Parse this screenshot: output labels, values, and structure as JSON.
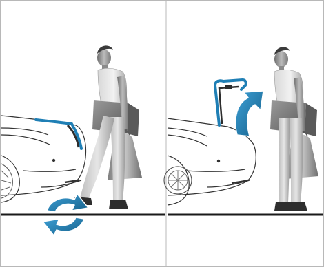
{
  "figure": {
    "panels": [
      {
        "id": "left",
        "step": "foot-kick-gesture-under-bumper",
        "arrow": "curved-double-arrow-icon"
      },
      {
        "id": "right",
        "step": "trunk-lid-opening",
        "arrow": "curved-up-arrow-icon"
      }
    ],
    "colors": {
      "outline": "#b8b8b8",
      "ground": "#1a1a1a",
      "accent_blue": "#1f7fb5",
      "accent_blue_dark": "#15608a",
      "person_dark": "#4a4a4a",
      "person_mid": "#8c8c8c",
      "person_light": "#cfcfcf",
      "car_line": "#333333"
    }
  }
}
